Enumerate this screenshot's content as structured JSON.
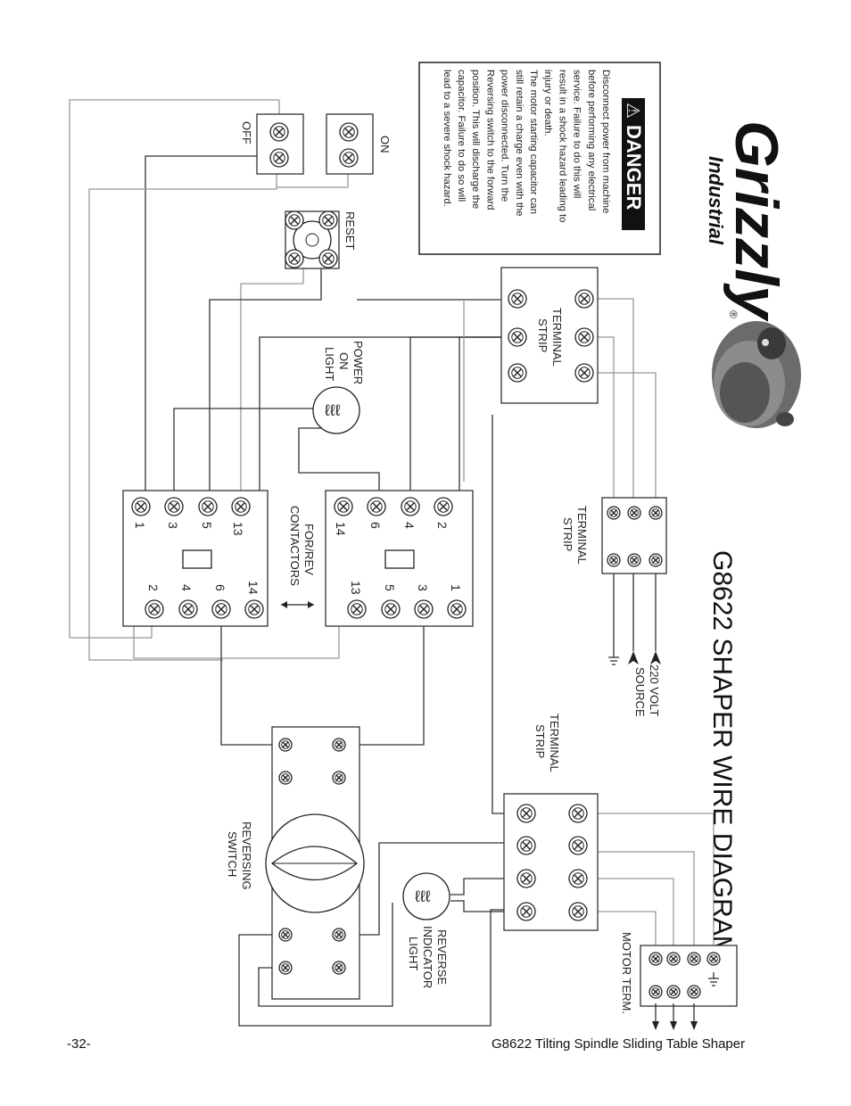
{
  "title": "G8622 SHAPER WIRE DIAGRAM",
  "brand": {
    "name": "Grizzly",
    "sub": "Industrial",
    "registered": "®"
  },
  "danger": {
    "heading": "DANGER",
    "lines": [
      "Disconnect power from machine",
      "before performing any electrical",
      "service. Failure to do this will",
      "result in a shock hazard leading to",
      "injury or death.",
      "The motor starting capacitor can",
      "still retain a charge even with the",
      "power disconnected. Turn the",
      "Reversing switch to the forward",
      "position. This will discharge the",
      "capacitor. Failure to do so will",
      "lead to a severe shock hazard."
    ]
  },
  "labels": {
    "off": "OFF",
    "on": "ON",
    "reset": "RESET",
    "power_on_light": [
      "POWER",
      "ON",
      "LIGHT"
    ],
    "terminal_strip": [
      "TERMINAL",
      "STRIP"
    ],
    "contactors": [
      "FOR/REV",
      "CONTACTORS"
    ],
    "source": [
      "220 VOLT",
      "SOURCE"
    ],
    "reversing_switch": [
      "REVERSING",
      "SWITCH"
    ],
    "reverse_light": [
      "REVERSE",
      "INDICATOR",
      "LIGHT"
    ],
    "motor_term": "MOTOR TERM."
  },
  "contactor_left_numbers": [
    "1",
    "3",
    "5",
    "13",
    "2",
    "4",
    "6",
    "14"
  ],
  "contactor_right_numbers": [
    "14",
    "6",
    "4",
    "2",
    "13",
    "5",
    "3",
    "1"
  ],
  "footer": {
    "page": "-32-",
    "doc": "G8622 Tilting Spindle Sliding Table Shaper"
  }
}
